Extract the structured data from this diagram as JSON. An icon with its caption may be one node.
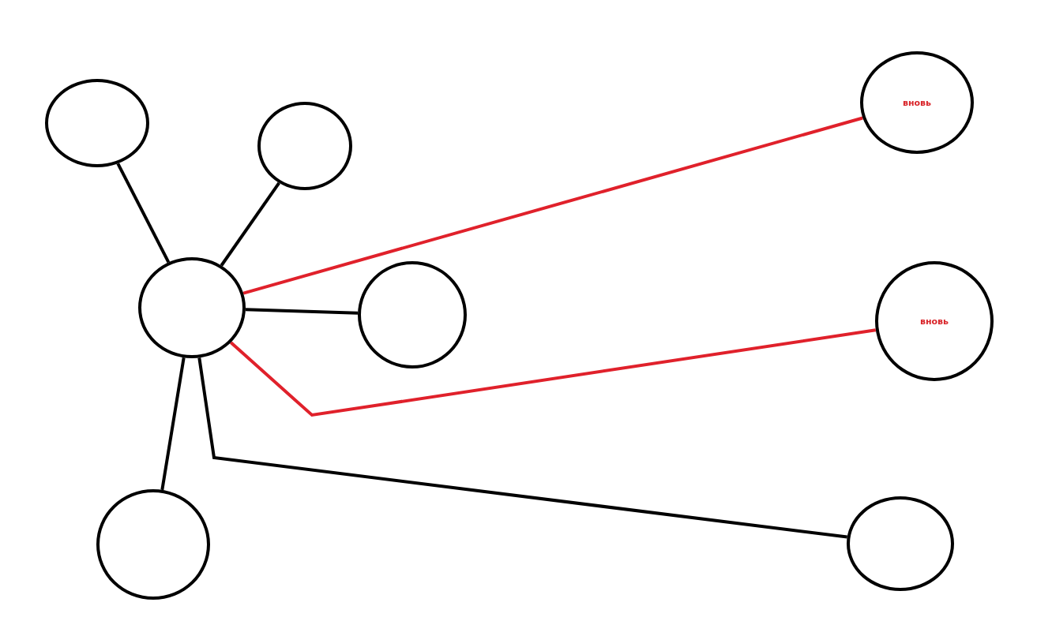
{
  "diagram": {
    "nodes": [
      {
        "text": [],
        "shape": "circle"
      },
      {
        "text": [],
        "shape": "circle"
      },
      {
        "text": [
          "вновь"
        ]
      },
      {
        "text": [],
        "shape": "circle"
      },
      {
        "text": [],
        "shape": "circle"
      },
      {
        "text": [
          "вновь"
        ]
      },
      {
        "text": [],
        "shape": "circle"
      },
      {
        "text": [],
        "shape": "circle"
      }
    ],
    "edges": [
      {
        "from": 0,
        "to": 3,
        "arrow": "none"
      },
      {
        "from": 1,
        "to": 3,
        "arrow": "none"
      },
      {
        "from": 3,
        "to": 2,
        "arrow": "none",
        "color": "#e0212b"
      },
      {
        "from": 3,
        "to": 4,
        "arrow": "none"
      },
      {
        "from": 3,
        "to": 5,
        "arrow": "none",
        "color": "#e0212b"
      },
      {
        "from": 3,
        "to": 6,
        "arrow": "none"
      },
      {
        "from": 3,
        "to": 7,
        "arrow": "none"
      }
    ]
  }
}
